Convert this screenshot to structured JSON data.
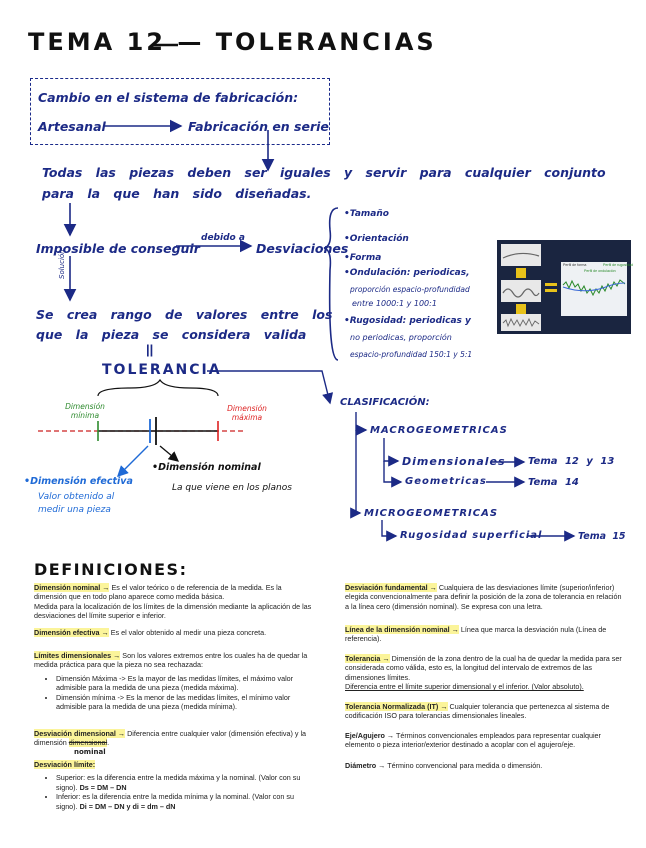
{
  "title": "TEMA 12 — TOLERANCIAS",
  "box": {
    "line1": "Cambio en el sistema de fabricación:",
    "artesanal": "Artesanal",
    "fabricacion": "Fabricación en serie"
  },
  "piezas": {
    "line1": "Todas las piezas deben ser iguales y servir para cualquier conjunto",
    "line2": "para la que han sido diseñadas."
  },
  "flow": {
    "imposible": "Imposible de conseguir",
    "debido": "debido a",
    "desviaciones": "Desviaciones",
    "solucion": "Solución",
    "rango1": "Se crea rango de valores entre los",
    "rango2": "que la pieza se considera valida",
    "tolerancia": "TOLERANCIA"
  },
  "desviaciones_list": {
    "tamano": "•Tamaño",
    "orientacion": "•Orientación",
    "forma": "•Forma",
    "ondulacion1": "•Ondulación: periodicas,",
    "ondulacion2": "proporción espacio-profundidad",
    "ondulacion3": "entre 1000:1 y 100:1",
    "rugosidad1": "•Rugosidad: periodicas y",
    "rugosidad2": "no periodicas, proporción",
    "rugosidad3": "espacio-profundidad 150:1 y 5:1"
  },
  "figure": {
    "label_a": "Perfil de forma",
    "label_b": "Perfil de ondulación",
    "label_c": "Perfil de rugosidad"
  },
  "dimension_diagram": {
    "minima": "Dimensión mínima",
    "maxima": "Dimensión máxima",
    "efectiva": "•Dimensión efectiva",
    "efectiva_desc1": "Valor obtenido al",
    "efectiva_desc2": "medir una pieza",
    "nominal": "•Dimensión nominal",
    "nominal_desc": "La que viene en los planos"
  },
  "clasificacion": {
    "title": "CLASIFICACIÓN:",
    "macro": "MACROGEOMETRICAS",
    "dimensionales": "Dimensionales",
    "tema_dim": "Tema 12 y 13",
    "geometricas": "Geometricas",
    "tema_geo": "Tema 14",
    "micro": "MICROGEOMETRICAS",
    "rugosidad": "Rugosidad superficial",
    "tema_rug": "Tema 15"
  },
  "definiciones": {
    "title": "DEFINICIONES:",
    "left": {
      "nominal_term": "Dimensión nominal →",
      "nominal_text": " Es el valor teórico o de referencia de la medida. Es la dimensión que en todo plano aparece como medida básica.",
      "nominal_text2": "Medida para la localización de los límites de la dimensión mediante la aplicación de las desviaciones del límite superior e inferior.",
      "efectiva_term": "Dimensión efectiva →",
      "efectiva_text": " Es el valor obtenido al medir una pieza concreta.",
      "limites_term": "Límites dimensionales →",
      "limites_text": " Son los valores extremos entre los cuales ha de quedar la medida práctica para que la pieza no sea rechazada:",
      "maxima_item": "Dimensión Máxima -> Es la mayor de las medidas límites, el máximo valor admisible para la medida de una pieza (medida máxima).",
      "minima_item": "Dimensión mínima -> Es la menor de las medidas límites, el mínimo valor admisible para la medida de una pieza (medida mínima).",
      "desv_dim_term": "Desviación dimensional →",
      "desv_dim_text": " Diferencia entre cualquier valor (dimensión efectiva) y la dimensión",
      "desv_dim_struck": "dimensional",
      "desv_dim_hand": "nominal",
      "desv_limite_term": "Desviación límite:",
      "superior_item": "Superior: es la diferencia entre la medida máxima y la nominal. (Valor con su signo).",
      "superior_formula": "Ds = DM – DN",
      "inferior_item": "Inferior: es la diferencia entre la medida mínima y la nominal. (Valor con su signo).",
      "inferior_formula": "Di = DM – DN y di = dm – dN"
    },
    "right": {
      "fund_term": "Desviación fundamental →",
      "fund_text": " Cualquiera de las desviaciones límite (superior/inferior) elegida convencionalmente para definir la posición de la zona de tolerancia en relación a la línea cero (dimensión nominal). Se expresa con una letra.",
      "linea_term": "Línea de la dimensión nominal →",
      "linea_text": " Línea que marca la desviación nula (Línea de referencia).",
      "tol_term": "Tolerancia →",
      "tol_text": " Dimensión de la zona dentro de la cual ha de quedar la medida para ser considerada como válida, esto es, la longitud del intervalo de extremos de las dimensiones límites.",
      "tol_text2": "Diferencia entre el límite superior dimensional y el inferior. (Valor absoluto).",
      "it_term": "Tolerancia Normalizada (IT) →",
      "it_text": " Cualquier tolerancia que pertenezca al sistema de codificación ISO para tolerancias dimensionales lineales.",
      "eje_term": "Eje/Agujero →",
      "eje_text": " Términos convencionales empleados para representar cualquier elemento o pieza interior/exterior destinado a acoplar con el agujero/eje.",
      "diam_term": "Diámetro →",
      "diam_text": " Término convencional para medida o dimensión."
    }
  },
  "colors": {
    "navy": "#1c2a86",
    "highlight": "#fbf49a",
    "green": "#2d8a2d",
    "red": "#dd2222",
    "blue": "#1f6ad6"
  }
}
